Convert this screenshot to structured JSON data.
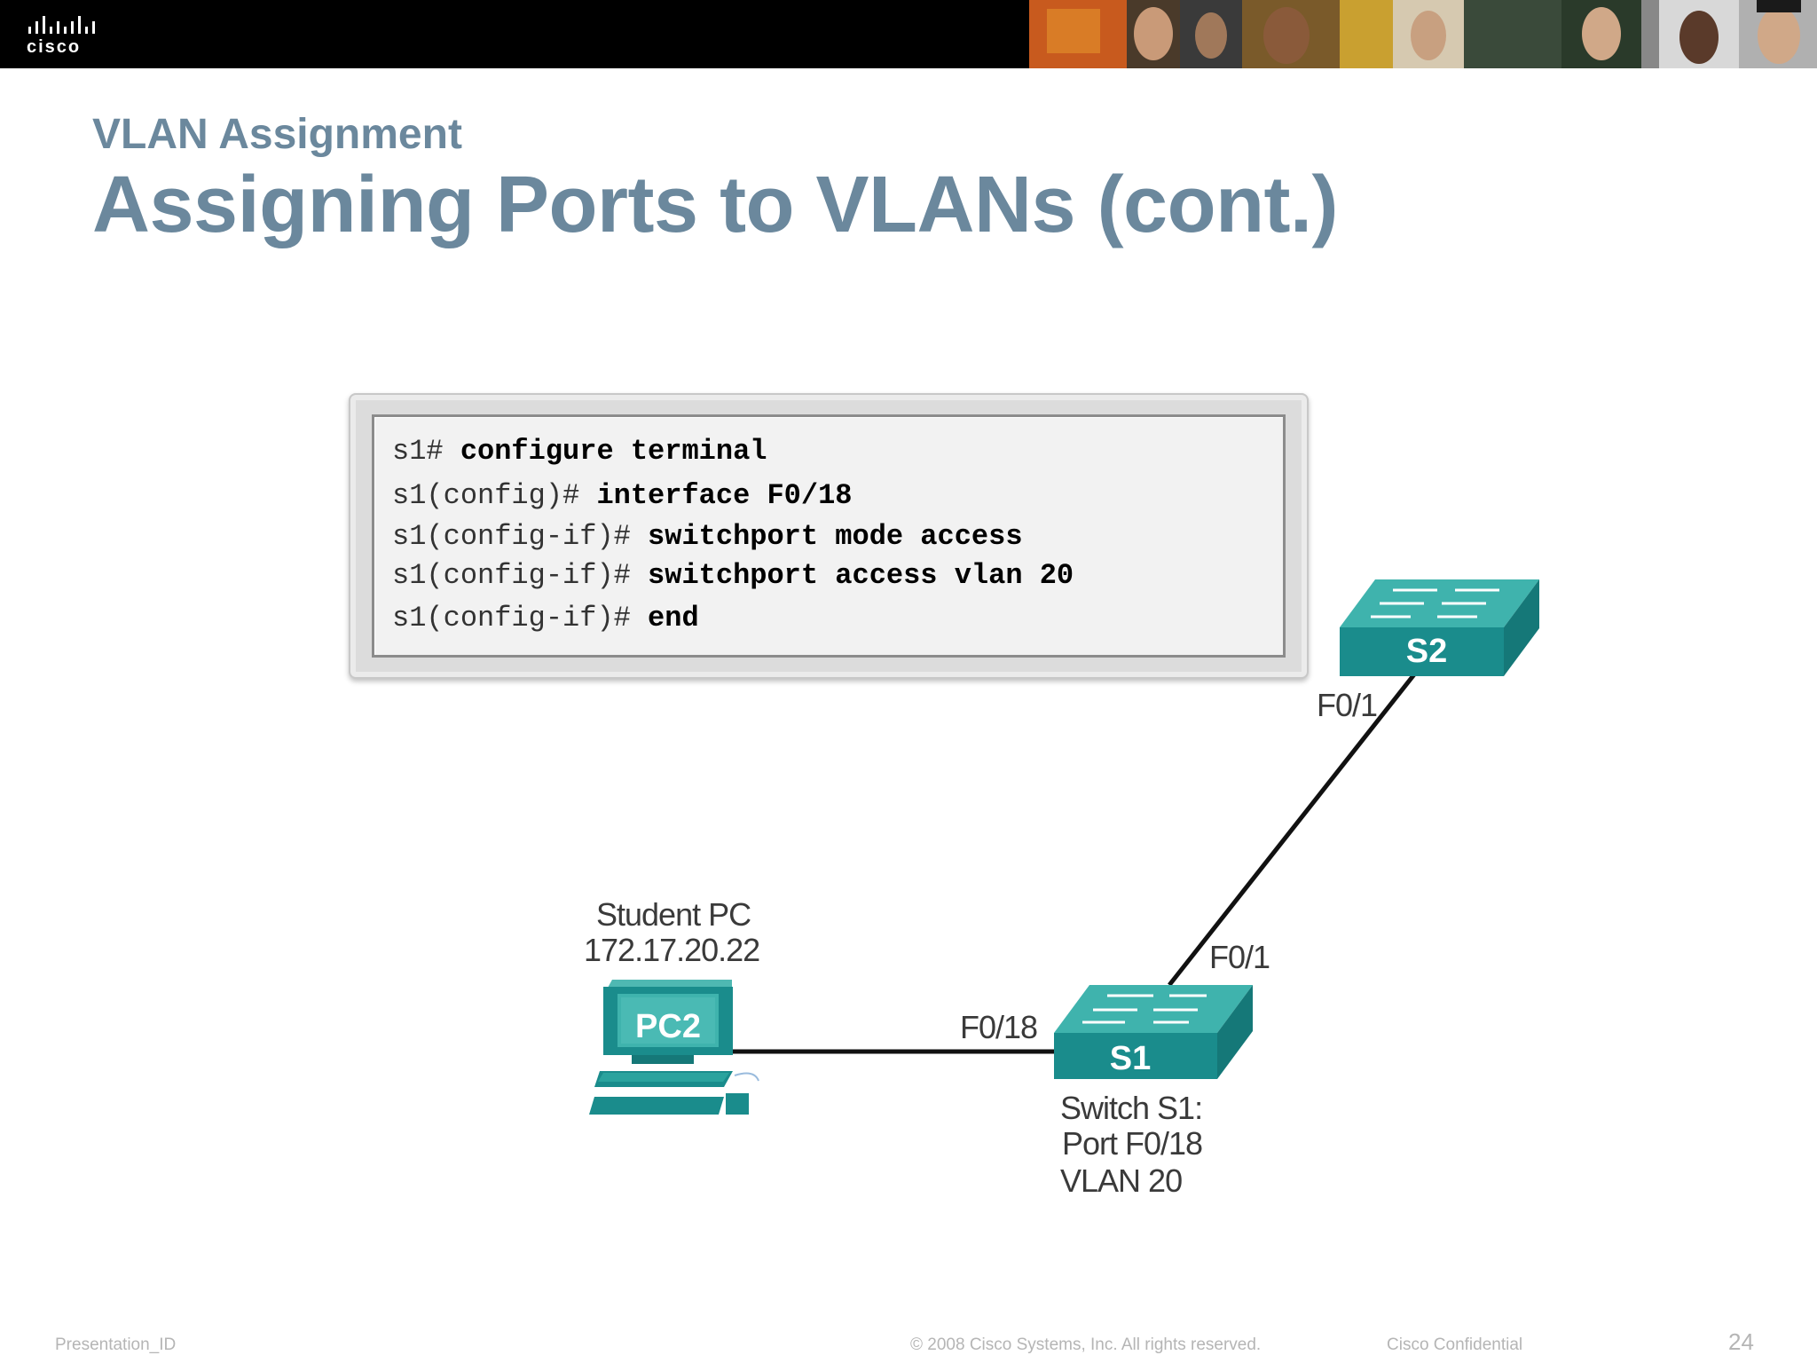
{
  "header": {
    "logo_text": "cisco",
    "banner_icon": "people-photo-strip"
  },
  "slide": {
    "subtitle": "VLAN Assignment",
    "title": "Assigning Ports to VLANs (cont.)"
  },
  "cli": {
    "lines": [
      {
        "prompt": "s1#",
        "command": "configure terminal"
      },
      {
        "prompt": "s1(config)#",
        "command": "interface F0/18"
      },
      {
        "prompt": "s1(config-if)#",
        "command": "switchport mode access"
      },
      {
        "prompt": "s1(config-if)#",
        "command": "switchport access vlan 20"
      },
      {
        "prompt": "s1(config-if)#",
        "command": "end"
      }
    ]
  },
  "diagram": {
    "pc": {
      "icon": "pc-icon",
      "label": "PC2",
      "name": "Student PC",
      "ip": "172.17.20.22"
    },
    "s1": {
      "icon": "switch-icon",
      "label": "S1",
      "caption_line1": "Switch S1:",
      "caption_line2": "Port F0/18",
      "caption_line3": "VLAN 20"
    },
    "s2": {
      "icon": "switch-icon",
      "label": "S2"
    },
    "ports": {
      "s1_f018": "F0/18",
      "s1_f01": "F0/1",
      "s2_f01": "F0/1"
    },
    "colors": {
      "device_front": "#1a8c8c",
      "device_top": "#3fb3ad",
      "link": "#111111"
    }
  },
  "footer": {
    "presentation_id": "Presentation_ID",
    "copyright": "© 2008 Cisco Systems, Inc. All rights reserved.",
    "confidential": "Cisco Confidential",
    "page": "24"
  }
}
